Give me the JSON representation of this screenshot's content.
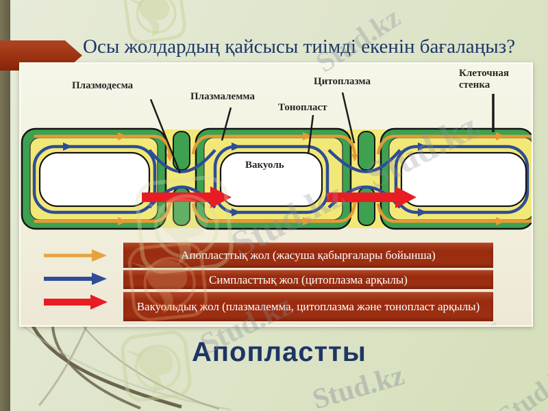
{
  "slide": {
    "title": "Осы жолдардың қайсысы тиімді екенін бағалаңыз?",
    "answer": "Апопластты"
  },
  "diagram": {
    "labels": {
      "plasmodesma": "Плазмодесма",
      "plasmalemma": "Плазмалемма",
      "tonoplast": "Тонопласт",
      "cytoplasm": "Цитоплазма",
      "cell_wall": "Клеточная стенка",
      "vacuole": "Вакуоль"
    },
    "colors": {
      "cell_wall_green": "#3da150",
      "cytoplasm_yellow": "#f2e878",
      "vacuole_white": "#ffffff",
      "apoplast_orange": "#e59a36",
      "symplast_blue": "#2e4d96",
      "vacuolar_red": "#ea1c23",
      "legend_box_red": "#9e2f12"
    }
  },
  "legend": {
    "rows": [
      {
        "icon": "orange-arrow",
        "label": "Апопласттық жол (жасуша қабырғалары бойынша)"
      },
      {
        "icon": "blue-arrow",
        "label": "Симпласттық жол (цитоплазма арқылы)"
      },
      {
        "icon": "red-arrow",
        "label": "Вакуольдық жол (плазмалемма, цитоплазма және тонопласт арқылы)"
      }
    ]
  },
  "watermark": {
    "brand": "Stud.kz",
    "brand_pair": "Stud.kz - Stud.kz"
  }
}
